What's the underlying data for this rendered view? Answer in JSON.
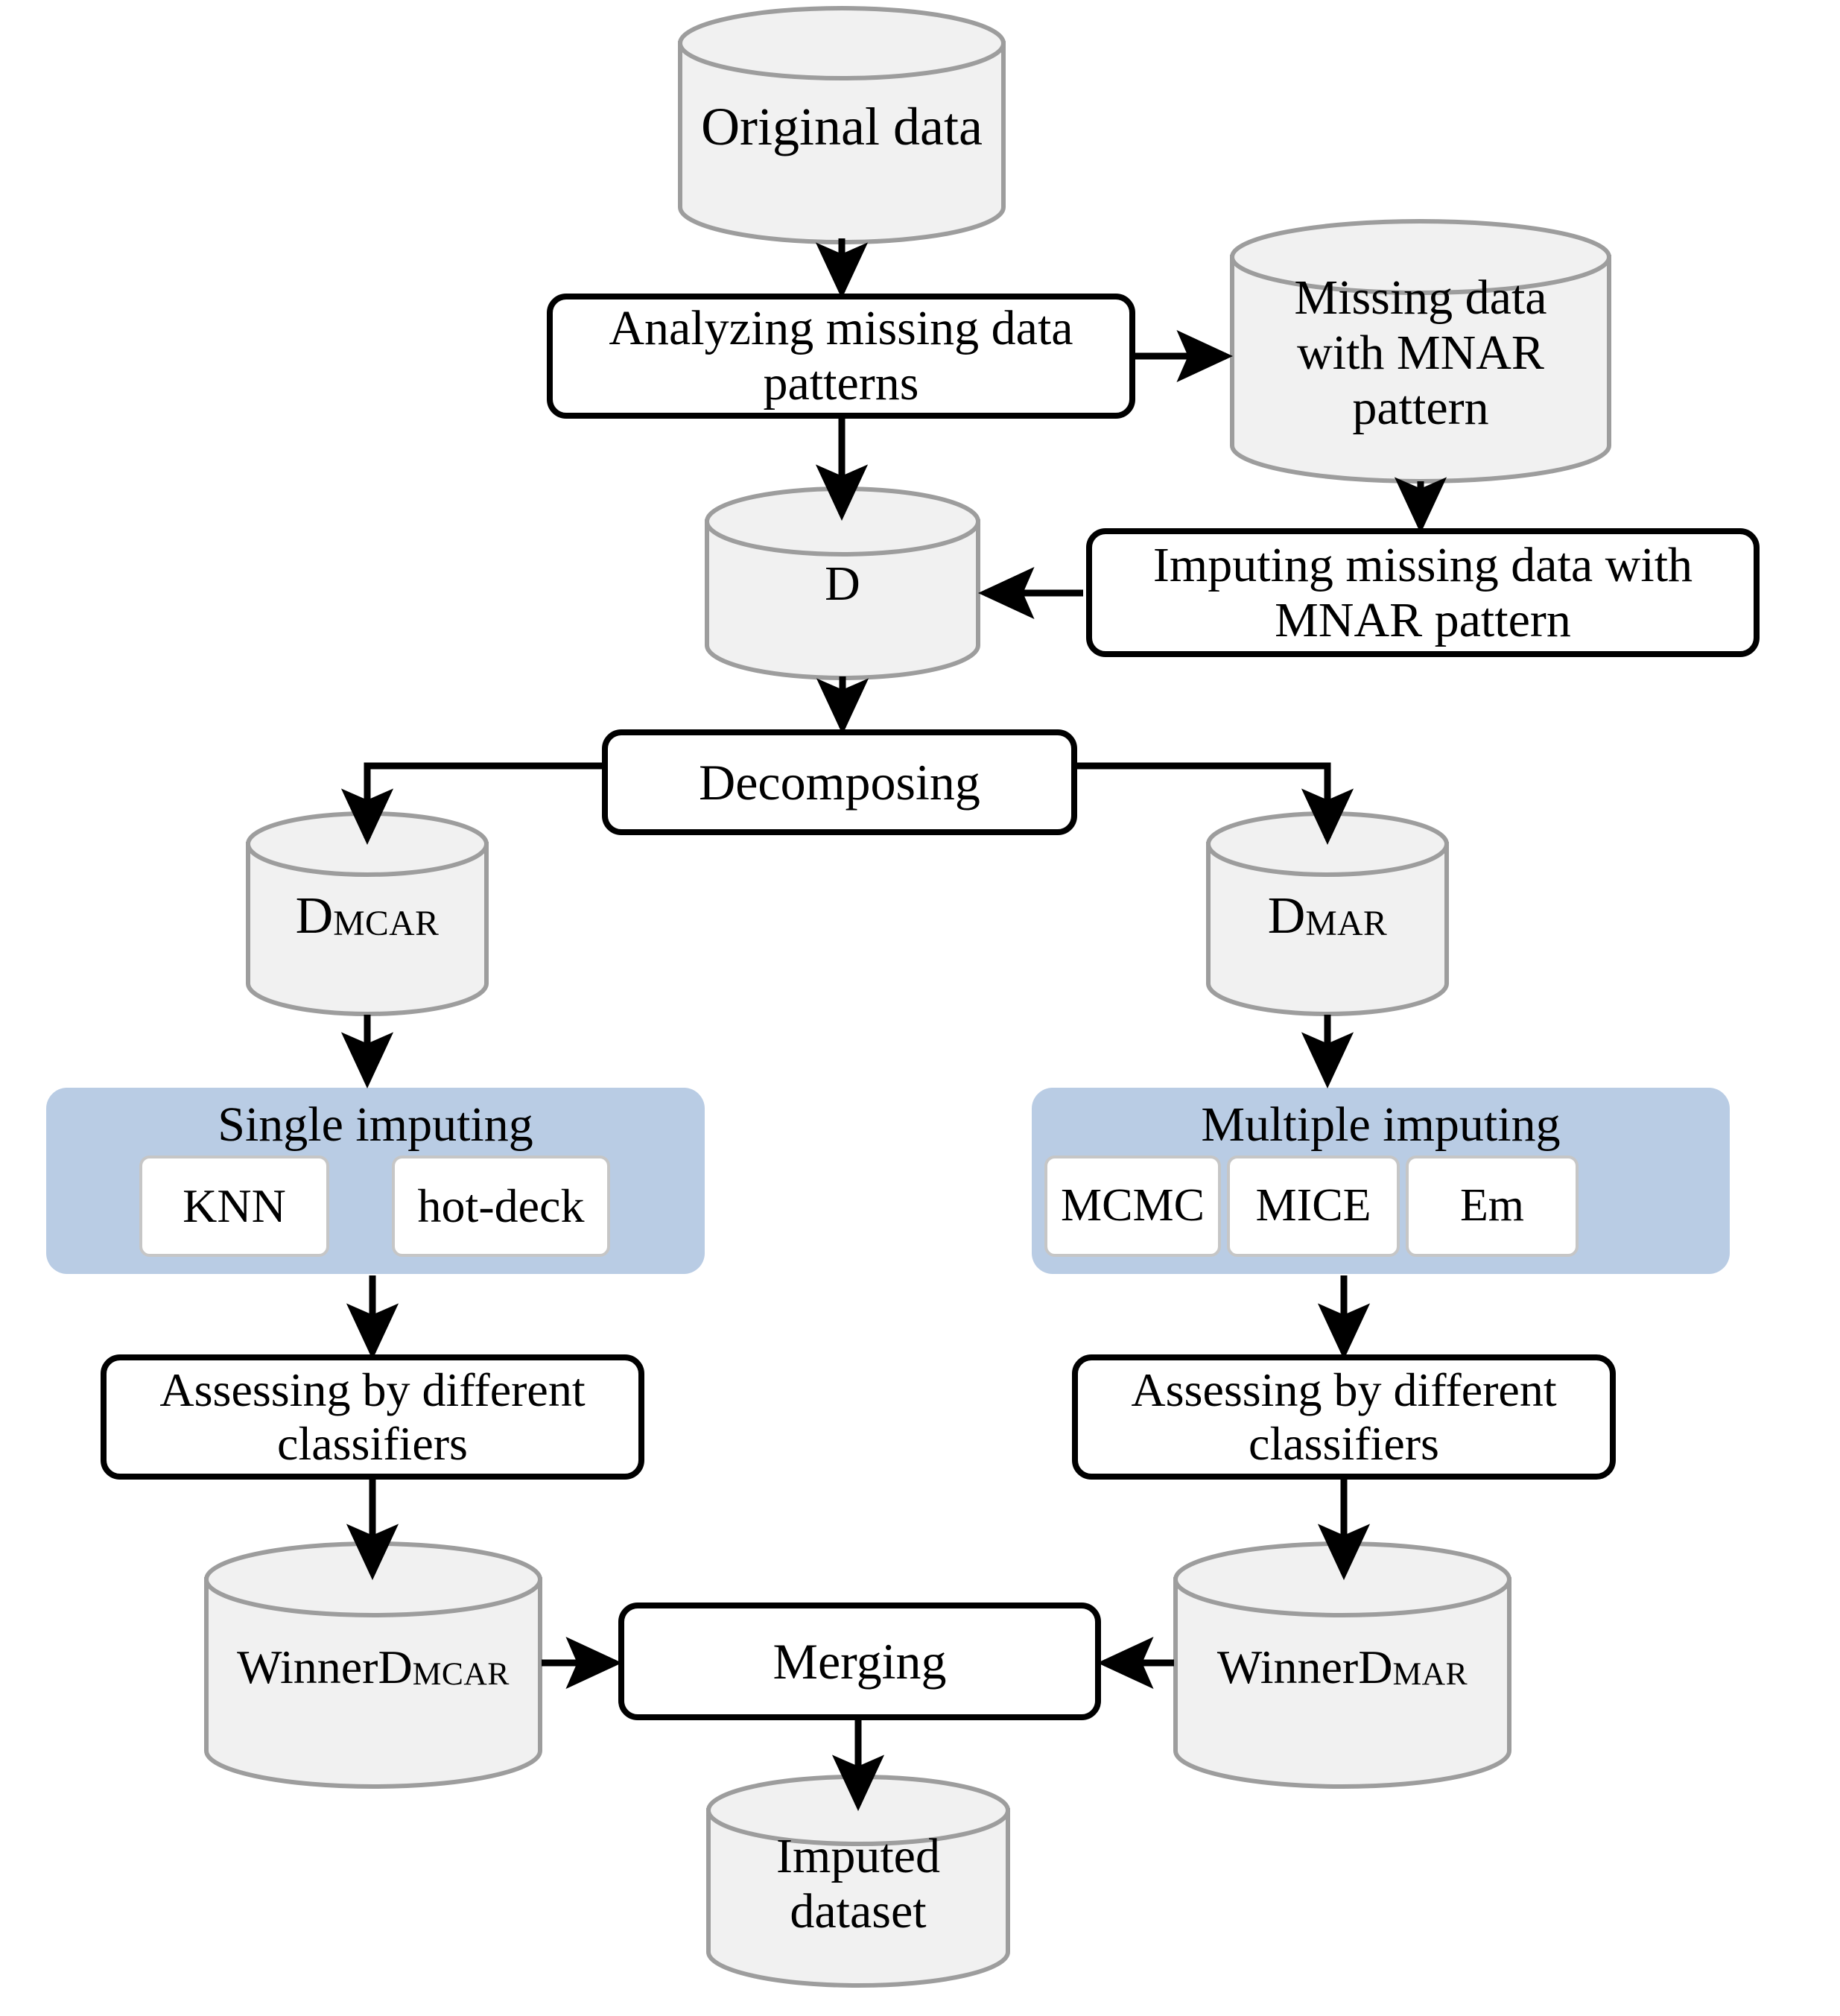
{
  "diagram": {
    "title": "Missing data imputation workflow",
    "colors": {
      "cylinder_fill": "#f1f1f1",
      "cylinder_stroke": "#9d9d9d",
      "box_fill": "#ffffff",
      "box_stroke": "#000000",
      "panel_blue": "#b9cce4",
      "arrow": "#000000",
      "text": "#000000"
    },
    "nodes": {
      "original_data": {
        "label": "Original data",
        "shape": "cylinder"
      },
      "analyzing_patterns": {
        "label": "Analyzing missing data\npatterns",
        "shape": "rounded-box"
      },
      "missing_mnar": {
        "label": "Missing data\nwith MNAR\npattern",
        "shape": "cylinder"
      },
      "imputing_mnar": {
        "label": "Imputing missing data with\nMNAR pattern",
        "shape": "rounded-box"
      },
      "dataset_d": {
        "label": "D",
        "shape": "cylinder"
      },
      "decomposing": {
        "label": "Decomposing",
        "shape": "rounded-box"
      },
      "d_mcar": {
        "label": "D",
        "sub": "MCAR",
        "shape": "cylinder"
      },
      "d_mar": {
        "label": "D",
        "sub": "MAR",
        "shape": "cylinder"
      },
      "single_imputing": {
        "label": "Single imputing",
        "shape": "panel",
        "methods": [
          "KNN",
          "hot-deck"
        ]
      },
      "multiple_imputing": {
        "label": "Multiple imputing",
        "shape": "panel",
        "methods": [
          "MCMC",
          "MICE",
          "Em"
        ]
      },
      "assessing_left": {
        "label": "Assessing by different\nclassifiers",
        "shape": "rounded-box"
      },
      "assessing_right": {
        "label": "Assessing by different\nclassifiers",
        "shape": "rounded-box"
      },
      "winner_mcar": {
        "label": "WinnerD",
        "sub": "MCAR",
        "shape": "cylinder"
      },
      "winner_mar": {
        "label": "WinnerD",
        "sub": "MAR",
        "shape": "cylinder"
      },
      "merging": {
        "label": "Merging",
        "shape": "rounded-box"
      },
      "imputed_dataset": {
        "label": "Imputed\ndataset",
        "shape": "cylinder"
      }
    },
    "edges": [
      {
        "from": "original_data",
        "to": "analyzing_patterns",
        "direction": "down"
      },
      {
        "from": "analyzing_patterns",
        "to": "missing_mnar",
        "direction": "right"
      },
      {
        "from": "analyzing_patterns",
        "to": "dataset_d",
        "direction": "down"
      },
      {
        "from": "missing_mnar",
        "to": "imputing_mnar",
        "direction": "down"
      },
      {
        "from": "imputing_mnar",
        "to": "dataset_d",
        "direction": "left"
      },
      {
        "from": "dataset_d",
        "to": "decomposing",
        "direction": "down"
      },
      {
        "from": "decomposing",
        "to": "d_mcar",
        "direction": "left-down"
      },
      {
        "from": "decomposing",
        "to": "d_mar",
        "direction": "right-down"
      },
      {
        "from": "d_mcar",
        "to": "single_imputing",
        "direction": "down"
      },
      {
        "from": "d_mar",
        "to": "multiple_imputing",
        "direction": "down"
      },
      {
        "from": "single_imputing",
        "to": "assessing_left",
        "direction": "down"
      },
      {
        "from": "multiple_imputing",
        "to": "assessing_right",
        "direction": "down"
      },
      {
        "from": "assessing_left",
        "to": "winner_mcar",
        "direction": "down"
      },
      {
        "from": "assessing_right",
        "to": "winner_mar",
        "direction": "down"
      },
      {
        "from": "winner_mcar",
        "to": "merging",
        "direction": "right"
      },
      {
        "from": "winner_mar",
        "to": "merging",
        "direction": "left"
      },
      {
        "from": "merging",
        "to": "imputed_dataset",
        "direction": "down"
      }
    ]
  }
}
